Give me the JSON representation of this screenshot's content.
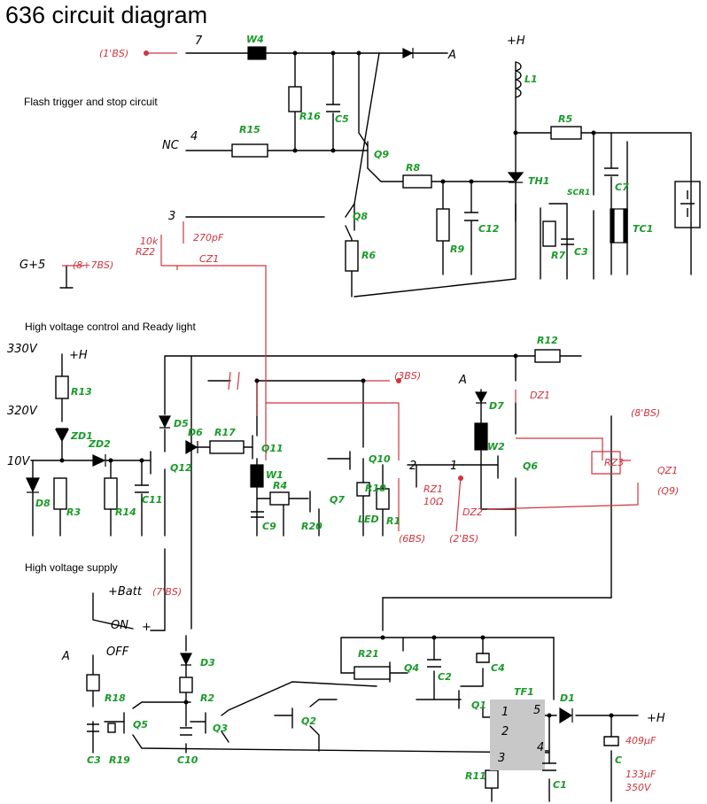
{
  "title": "636 circuit diagram",
  "sections": {
    "flash": "Flash trigger and stop circuit",
    "hv_control": "High voltage control and Ready light",
    "hv_supply": "High voltage supply"
  },
  "components_green": {
    "W4": "W4",
    "R16": "R16",
    "C5": "C5",
    "R15": "R15",
    "Q9": "Q9",
    "R8": "R8",
    "TH1": "TH1",
    "L1": "L1",
    "R5": "R5",
    "C7": "C7",
    "SCR1": "SCR1",
    "TC1": "TC1",
    "R7": "R7",
    "C3a": "C3",
    "R9": "R9",
    "C12": "C12",
    "Q8": "Q8",
    "R6": "R6",
    "R13": "R13",
    "ZD1": "ZD1",
    "ZD2": "ZD2",
    "D8": "D8",
    "R3": "R3",
    "R14": "R14",
    "C11": "C11",
    "Q12": "Q12",
    "D5": "D5",
    "D6": "D6",
    "R17": "R17",
    "Q11": "Q11",
    "W1": "W1",
    "R4": "R4",
    "C9": "C9",
    "R20": "R20",
    "Q7": "Q7",
    "Q10": "Q10",
    "R10": "R10",
    "LED": "LED",
    "R1": "R1",
    "R12": "R12",
    "D7": "D7",
    "W2": "W2",
    "Q6": "Q6",
    "D3": "D3",
    "R2": "R2",
    "R18": "R18",
    "Q5": "Q5",
    "C3b": "C3",
    "R19": "R19",
    "C10": "C10",
    "Q3": "Q3",
    "Q2": "Q2",
    "R21": "R21",
    "Q4": "Q4",
    "C2": "C2",
    "C4": "C4",
    "Q1": "Q1",
    "TF1": "TF1",
    "D1": "D1",
    "R11": "R11",
    "C1": "C1",
    "C": "C"
  },
  "components_red": {
    "bs1": "(1'BS)",
    "cz1_val": "270pF",
    "cz1": "CZ1",
    "rz2": "RZ2",
    "rz2_val": "10k",
    "bs8": "(8+7BS)",
    "bs3": "(3BS)",
    "bs6": "(6BS)",
    "bs2": "(2'BS)",
    "rz1": "RZ1",
    "rz1_val": "10Ω",
    "dz2": "DZ2",
    "dz1": "DZ1",
    "bs8p": "(8'BS)",
    "rz3": "RZ3",
    "qz1": "QZ1",
    "qz1b": "(Q9)",
    "bs7": "(7'BS)",
    "c_val": "409μF",
    "c_val2": "133μF",
    "c_val3": "350V"
  },
  "labels_black": {
    "t7": "7",
    "nc": "NC",
    "t4": "4",
    "t3": "3",
    "g5": "G+5",
    "plusH1": "+H",
    "A1": "A",
    "v330": "330V",
    "plusH2": "+H",
    "v320": "320V",
    "v10": "10V",
    "t2": "2",
    "t1": "1",
    "A2": "A",
    "batt": "+Batt",
    "on": "ON",
    "plus": "+",
    "off": "OFF",
    "A3": "A",
    "n1": "1",
    "n2": "2",
    "n3": "3",
    "n4": "4",
    "n5": "5",
    "plusH3": "+H"
  }
}
